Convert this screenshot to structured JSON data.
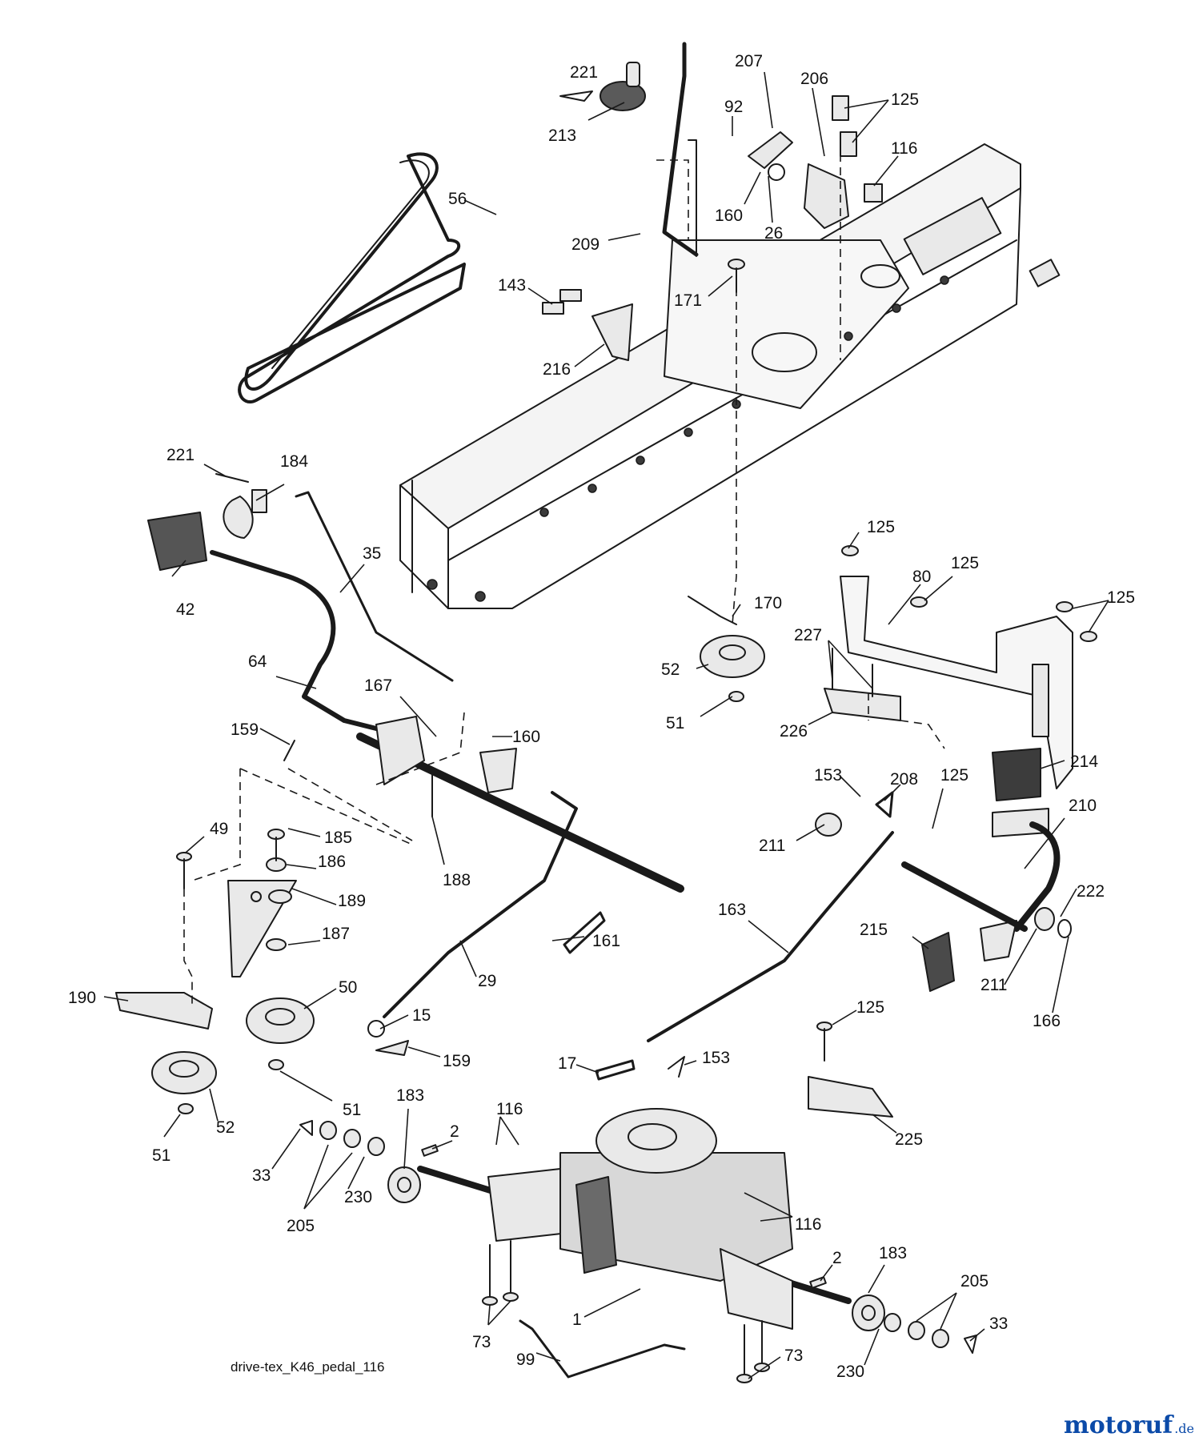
{
  "diagram": {
    "caption": "drive-tex_K46_pedal_116",
    "brand": {
      "name": "motoruf",
      "suffix": ".de"
    },
    "part_labels": [
      "221",
      "213",
      "56",
      "209",
      "92",
      "207",
      "206",
      "125",
      "116",
      "160",
      "26",
      "143",
      "171",
      "216",
      "221",
      "184",
      "42",
      "35",
      "125",
      "80",
      "125",
      "125",
      "170",
      "227",
      "52",
      "51",
      "226",
      "64",
      "167",
      "160",
      "159",
      "49",
      "185",
      "186",
      "189",
      "187",
      "188",
      "190",
      "50",
      "29",
      "161",
      "153",
      "208",
      "125",
      "214",
      "211",
      "210",
      "163",
      "222",
      "215",
      "211",
      "166",
      "15",
      "159",
      "51",
      "52",
      "51",
      "17",
      "153",
      "125",
      "225",
      "183",
      "2",
      "116",
      "33",
      "205",
      "230",
      "116",
      "1",
      "2",
      "183",
      "205",
      "73",
      "33",
      "99",
      "73",
      "230"
    ]
  }
}
